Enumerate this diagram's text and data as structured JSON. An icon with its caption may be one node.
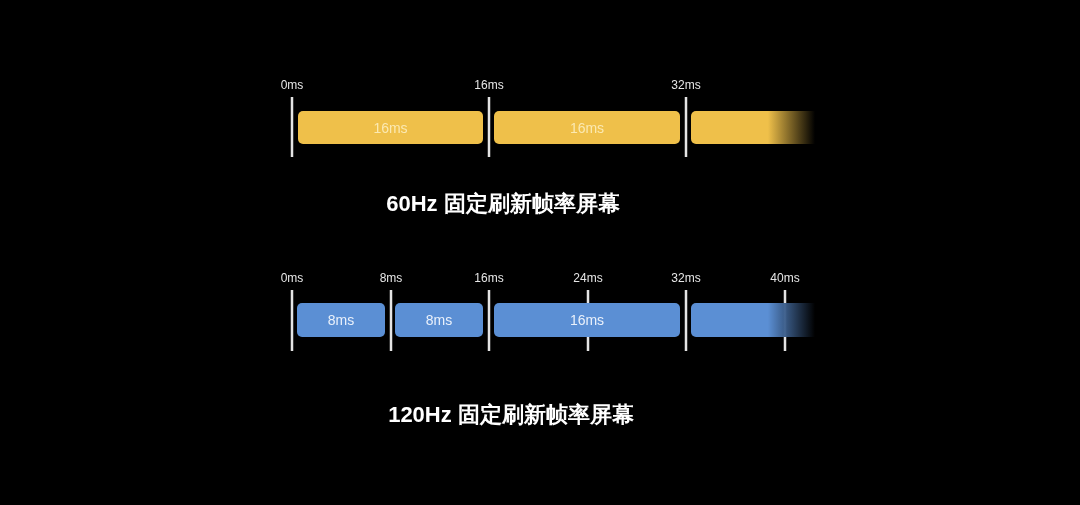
{
  "diagram": {
    "nodes": [
      {
        "text": [
          "16ms"
        ]
      },
      {
        "text": [
          "16ms"
        ]
      },
      {
        "text": [],
        "shape": "bar"
      },
      {
        "text": [
          "8ms"
        ]
      },
      {
        "text": [
          "8ms"
        ]
      },
      {
        "text": [
          "16ms"
        ]
      },
      {
        "text": [],
        "shape": "bar"
      }
    ],
    "edges": [],
    "labels": [
      "0ms",
      "16ms",
      "32ms",
      "60Hz 固定刷新帧率屏幕",
      "0ms",
      "8ms",
      "16ms",
      "24ms",
      "32ms",
      "40ms",
      "120Hz 固定刷新帧率屏幕"
    ]
  }
}
